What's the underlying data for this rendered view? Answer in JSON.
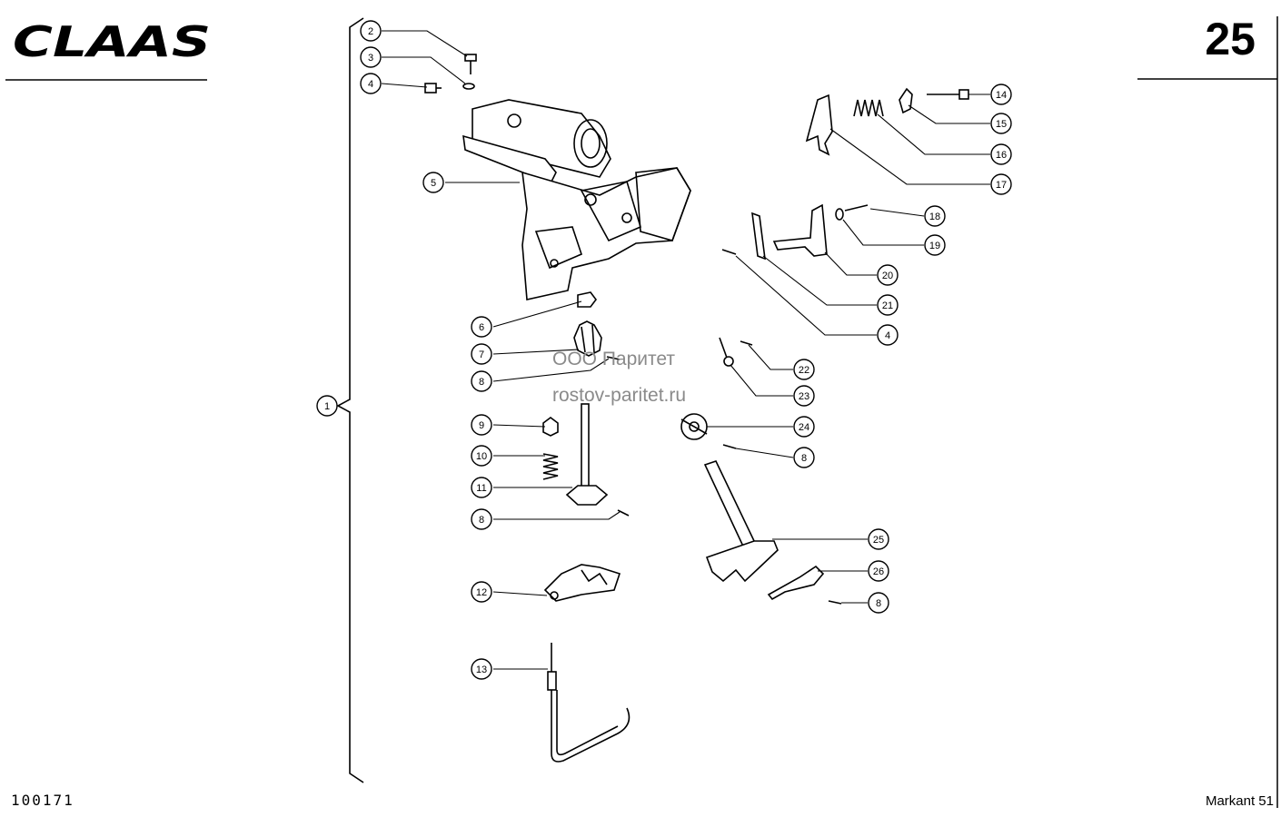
{
  "header": {
    "brand": "CLAAS",
    "page_number": "25"
  },
  "footer": {
    "drawing_number": "100171",
    "model": "Markant 51"
  },
  "watermark": {
    "line1": "ООО Паритет",
    "line2": "rostov-paritet.ru"
  },
  "callouts": [
    "1",
    "2",
    "3",
    "4",
    "5",
    "6",
    "7",
    "8",
    "9",
    "10",
    "11",
    "8",
    "12",
    "13",
    "14",
    "15",
    "16",
    "17",
    "18",
    "19",
    "20",
    "21",
    "4",
    "22",
    "23",
    "24",
    "8",
    "25",
    "26",
    "8"
  ]
}
